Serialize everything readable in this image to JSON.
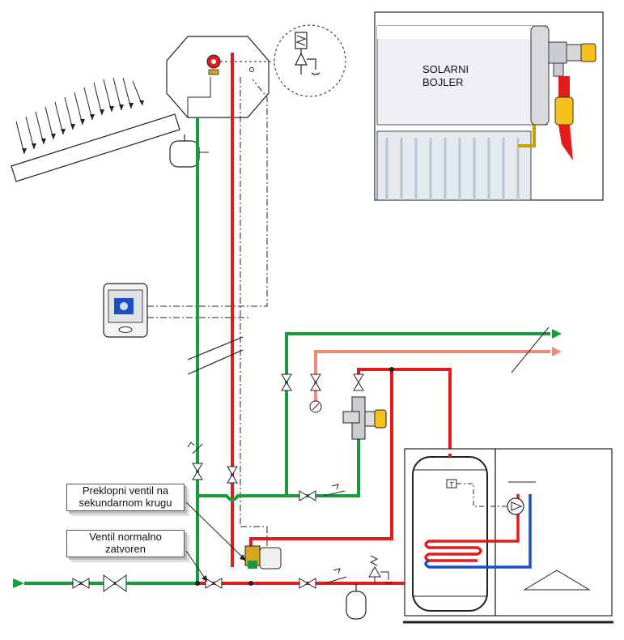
{
  "labels": {
    "switch_valve": [
      "Preklopni ventil na",
      "sekundarnom krugu"
    ],
    "normally_closed_valve": [
      "Ventil normalno",
      "zatvoren"
    ]
  },
  "inset": {
    "title_line1": "SOLARNI",
    "title_line2": "BOJLER"
  },
  "colors": {
    "cold_water": "#1a9a3a",
    "hot_water": "#e21b1b",
    "warm_return": "#f08a7a",
    "coil_blue": "#1b4fbf",
    "brass": "#d9a520"
  }
}
